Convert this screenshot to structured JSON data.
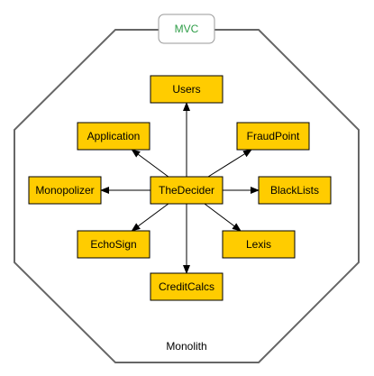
{
  "boundary": {
    "label": "Monolith",
    "tag": "MVC"
  },
  "center": {
    "id": "decider",
    "label": "TheDecider"
  },
  "nodes": [
    {
      "id": "users",
      "label": "Users"
    },
    {
      "id": "application",
      "label": "Application"
    },
    {
      "id": "fraudpoint",
      "label": "FraudPoint"
    },
    {
      "id": "monopolizer",
      "label": "Monopolizer"
    },
    {
      "id": "blacklists",
      "label": "BlackLists"
    },
    {
      "id": "echosign",
      "label": "EchoSign"
    },
    {
      "id": "lexis",
      "label": "Lexis"
    },
    {
      "id": "creditcalcs",
      "label": "CreditCalcs"
    }
  ],
  "edges": [
    {
      "from": "decider",
      "to": "users"
    },
    {
      "from": "decider",
      "to": "application"
    },
    {
      "from": "decider",
      "to": "fraudpoint"
    },
    {
      "from": "decider",
      "to": "monopolizer"
    },
    {
      "from": "decider",
      "to": "blacklists"
    },
    {
      "from": "decider",
      "to": "echosign"
    },
    {
      "from": "decider",
      "to": "lexis"
    },
    {
      "from": "decider",
      "to": "creditcalcs"
    }
  ],
  "colors": {
    "node_fill": "#ffcc00",
    "node_stroke": "#000000",
    "boundary_stroke": "#666666",
    "tag_text": "#2e9d47"
  }
}
